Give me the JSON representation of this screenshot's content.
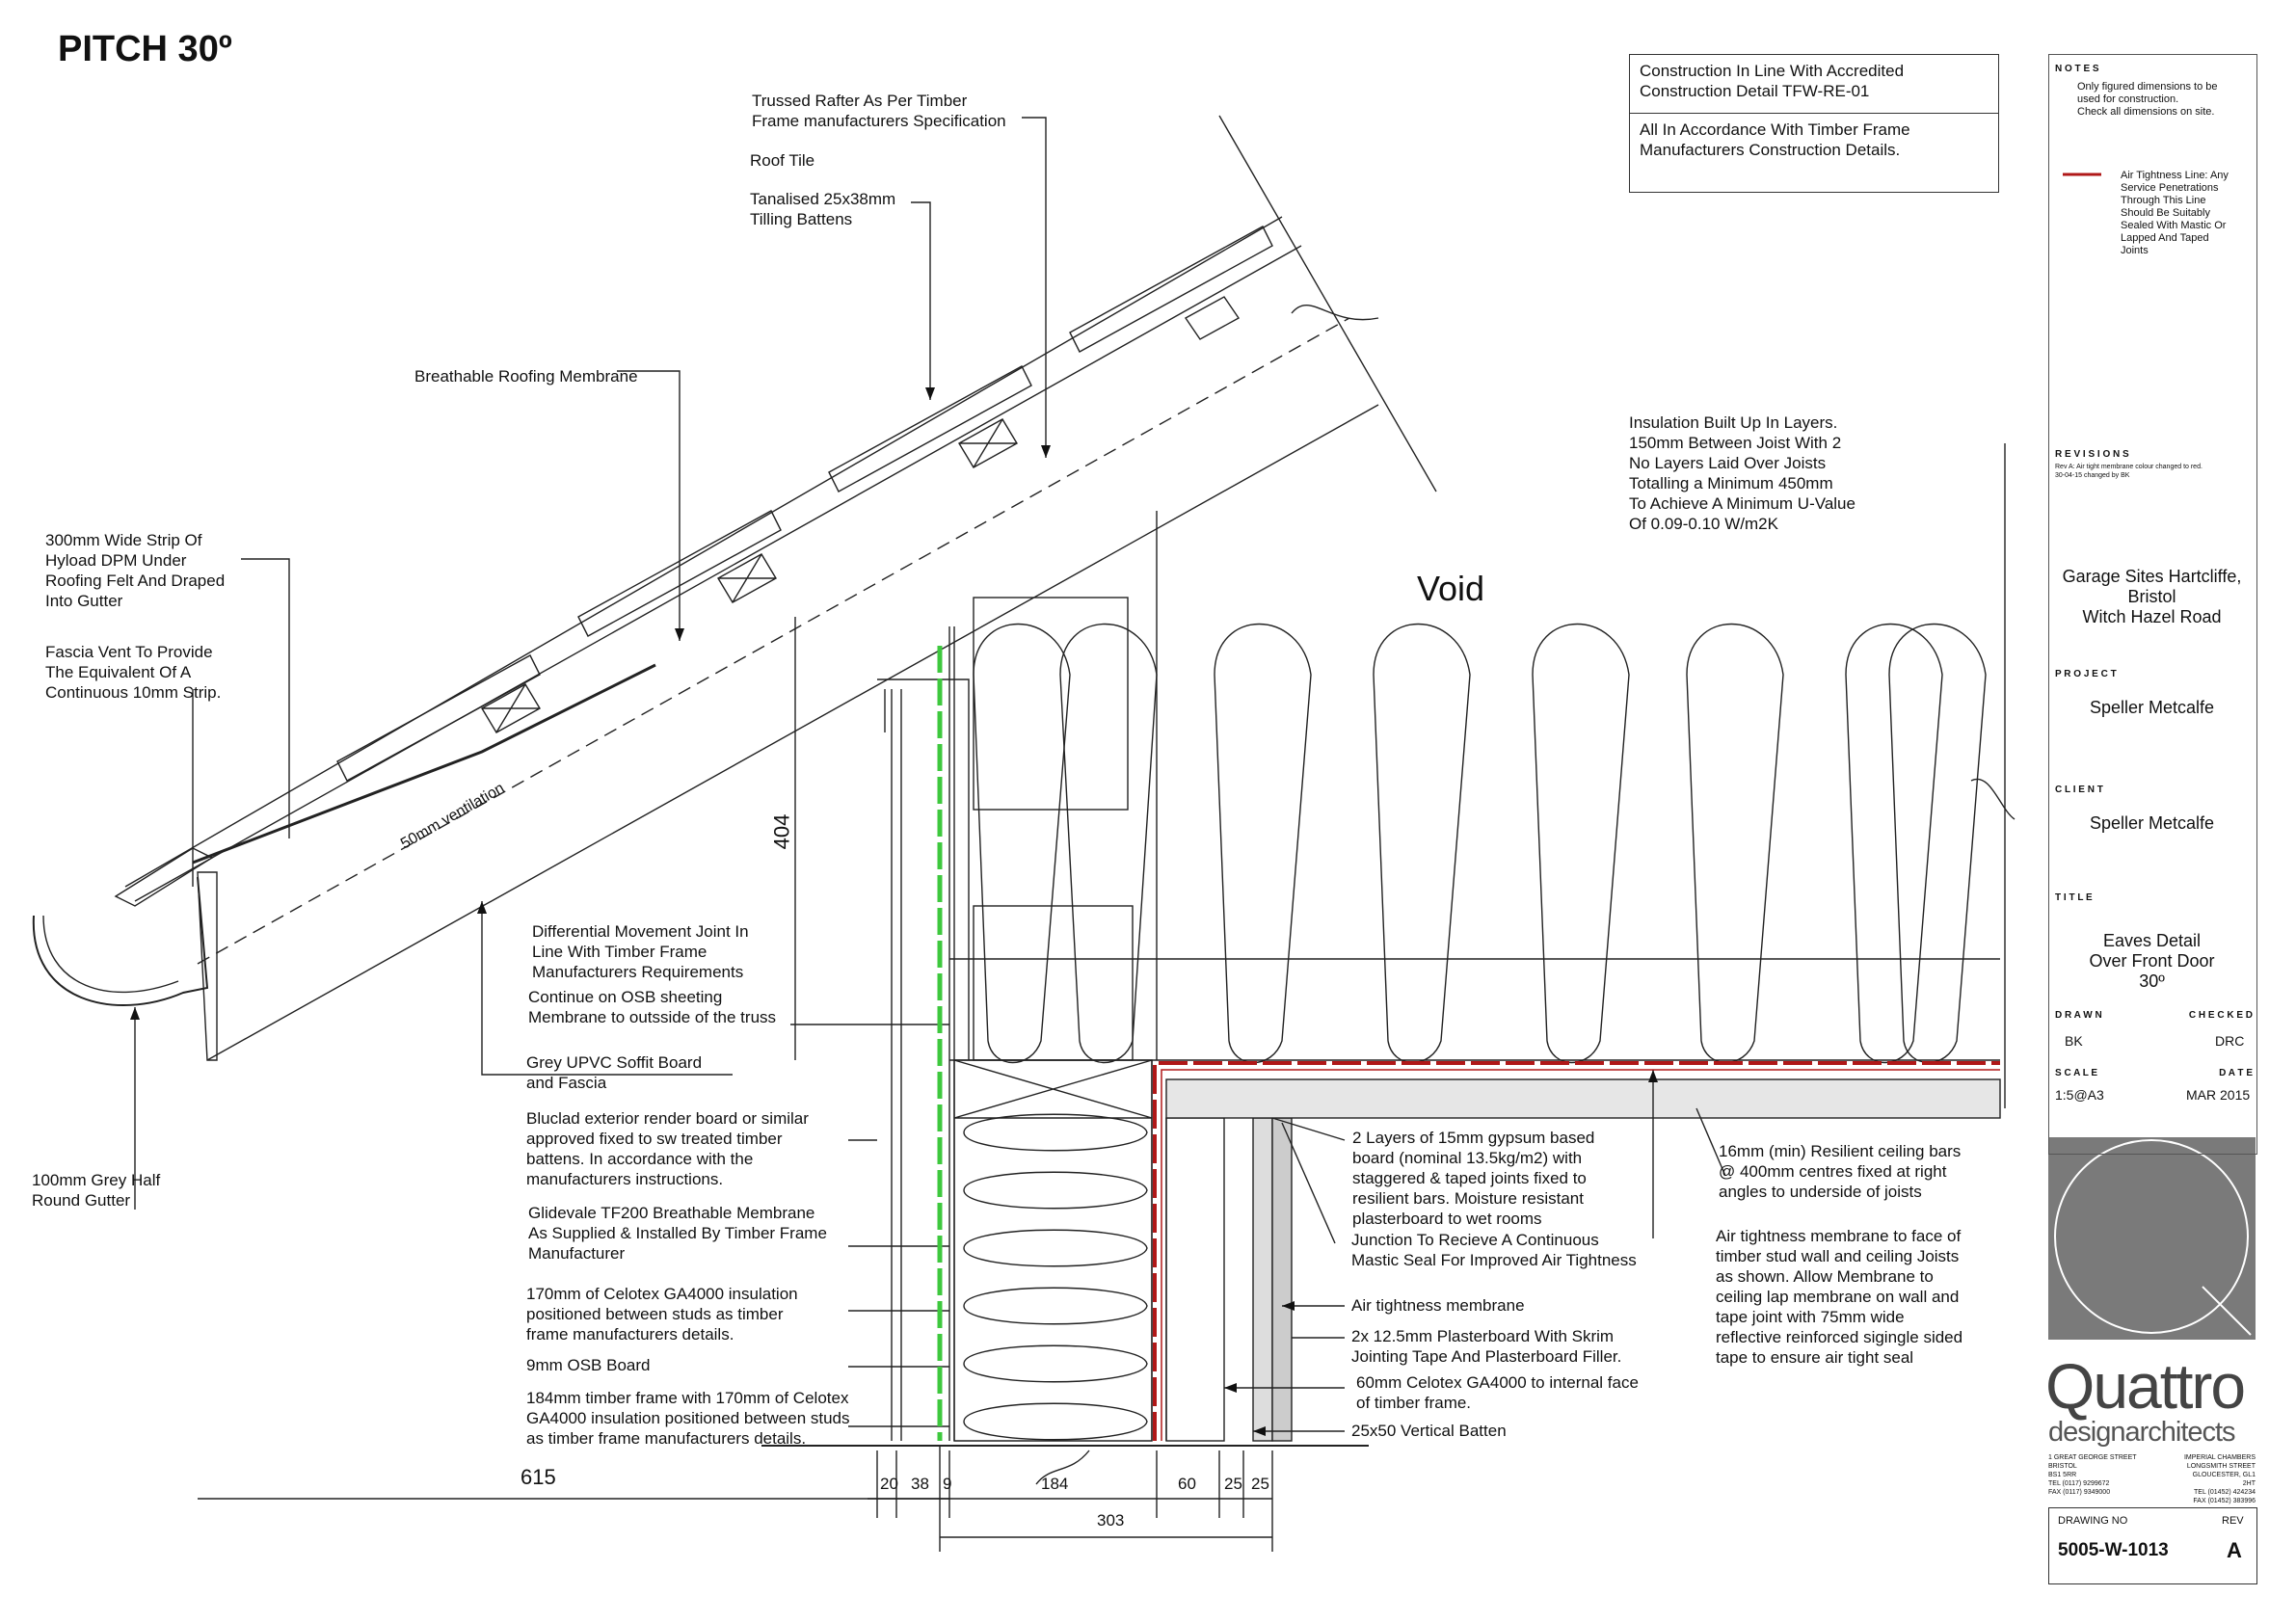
{
  "title": "PITCH 30º",
  "void_label": "Void",
  "dimension_404": "404",
  "ventilation_label": "50mm ventilation",
  "notes_box": {
    "line1": "Construction In Line With Accredited\nConstruction Detail TFW-RE-01",
    "line2": "All In Accordance With Timber Frame\nManufacturers Construction Details."
  },
  "insulation_note": "Insulation Built Up In Layers.\n150mm Between Joist With 2\nNo Layers  Laid Over Joists\nTotalling a Minimum 450mm\nTo Achieve A Minimum U-Value\nOf 0.09-0.10 W/m2K",
  "labels": {
    "trussed_rafter": "Trussed Rafter As Per Timber\nFrame manufacturers Specification",
    "roof_tile": "Roof Tile",
    "battens": "Tanalised 25x38mm\nTilling Battens",
    "breathable_membrane": "Breathable Roofing Membrane",
    "dpm_strip": "300mm Wide Strip Of\nHyload DPM Under\nRoofing Felt And Draped\nInto Gutter",
    "fascia_vent": "Fascia Vent To Provide\nThe Equivalent Of A\nContinuous 10mm Strip.",
    "gutter": "100mm  Grey  Half\nRound Gutter",
    "movement_joint": "Differential Movement Joint In\nLine  With  Timber  Frame\nManufacturers Requirements",
    "osb_sheeting": "Continue on OSB sheeting\nMembrane  to outsside of the truss",
    "soffit": "Grey UPVC Soffit Board\nand Fascia",
    "render_board": "Bluclad exterior render board or similar\napproved fixed to sw treated timber\nbattens. In accordance with the\nmanufacturers instructions.",
    "glidevale": "Glidevale TF200 Breathable Membrane\nAs Supplied & Installed By Timber Frame\nManufacturer",
    "celotex_studs": "170mm  of  Celotex  GA4000  insulation\npositioned  between  studs  as  timber\nframe manufacturers details.",
    "osb_board": "9mm OSB Board",
    "timber_frame": "184mm timber frame with 170mm of Celotex\nGA4000 insulation positioned between studs\nas timber frame manufacturers details.",
    "gypsum": "2  Layers  of  15mm  gypsum  based\nboard  (nominal  13.5kg/m2)  with\nstaggered  &  taped joints  fixed  to\nresilient  bars.  Moisture  resistant\nplasterboard to wet rooms",
    "junction": "Junction To Recieve A Continuous\nMastic Seal For Improved Air Tightness",
    "air_membrane": "Air tightness membrane",
    "plasterboard": "2x  12.5mm  Plasterboard  With  Skrim\nJointing Tape And Plasterboard Filler.",
    "celotex_internal": "60mm  Celotex  GA4000  to  internal  face\nof timber frame.",
    "batten": "25x50 Vertical Batten",
    "resilient_bars": "16mm  (min)  Resilient  ceiling  bars\n@  400mm  centres  fixed  at  right\nangles to underside of joists",
    "air_membrane_face": "Air tightness membrane to face of\ntimber stud wall and ceiling Joists\nas shown. Allow Membrane to\nceiling lap membrane on wall and\ntape joint with 75mm wide\nreflective reinforced sigingle sided\ntape to ensure air tight seal"
  },
  "dimensions": {
    "d615": "615",
    "d20": "20",
    "d38": "38",
    "d9": "9",
    "d184": "184",
    "d60": "60",
    "d25a": "25",
    "d25b": "25",
    "d303": "303"
  },
  "title_block": {
    "notes_heading": "N O T E S",
    "notes_text": "Only figured dimensions to be\nused for construction.\nCheck all dimensions on site.",
    "legend_text": "Air Tightness Line: Any\nService Penetrations\nThrough This Line\nShould Be Suitably\nSealed With Mastic Or\nLapped And Taped\nJoints",
    "revisions_heading": "R E V I S I O N S",
    "revision_text": "Rev A: Air tight membrane colour changed to red.\n30-04-15 changed by BK",
    "site": "Garage Sites Hartcliffe,\nBristol\nWitch Hazel Road",
    "project_heading": "P R O J E C T",
    "project": "Speller Metcalfe",
    "client_heading": "C L I E N T",
    "client": "Speller Metcalfe",
    "title_heading": "T I T L E",
    "drawing_title": "Eaves Detail\nOver Front Door\n30º",
    "drawn_heading": "D R A W N",
    "checked_heading": "C H E C K E D",
    "drawn": "BK",
    "checked": "DRC",
    "scale_heading": "S C A L E",
    "date_heading": "D A T E",
    "scale": "1:5@A3",
    "date": "MAR 2015",
    "firm_name": "Quattro",
    "firm_sub": "designarchitects",
    "address_left": "1 GREAT GEORGE STREET\nBRISTOL\nBS1 5RR\nTEL (0117) 9299672\nFAX (0117) 9349000",
    "address_right": "IMPERIAL CHAMBERS\nLONGSMITH STREET\nGLOUCESTER, GL1 2HT\nTEL (01452) 424234\nFAX (01452) 383996",
    "drawing_no_heading": "DRAWING NO",
    "rev_heading": "REV",
    "drawing_no": "5005-W-1013",
    "rev": "A"
  },
  "colors": {
    "air_tightness_line": "#b01818",
    "breather_membrane": "#3ec83e",
    "line": "#222222",
    "logo_grey": "#7a7a7a"
  }
}
